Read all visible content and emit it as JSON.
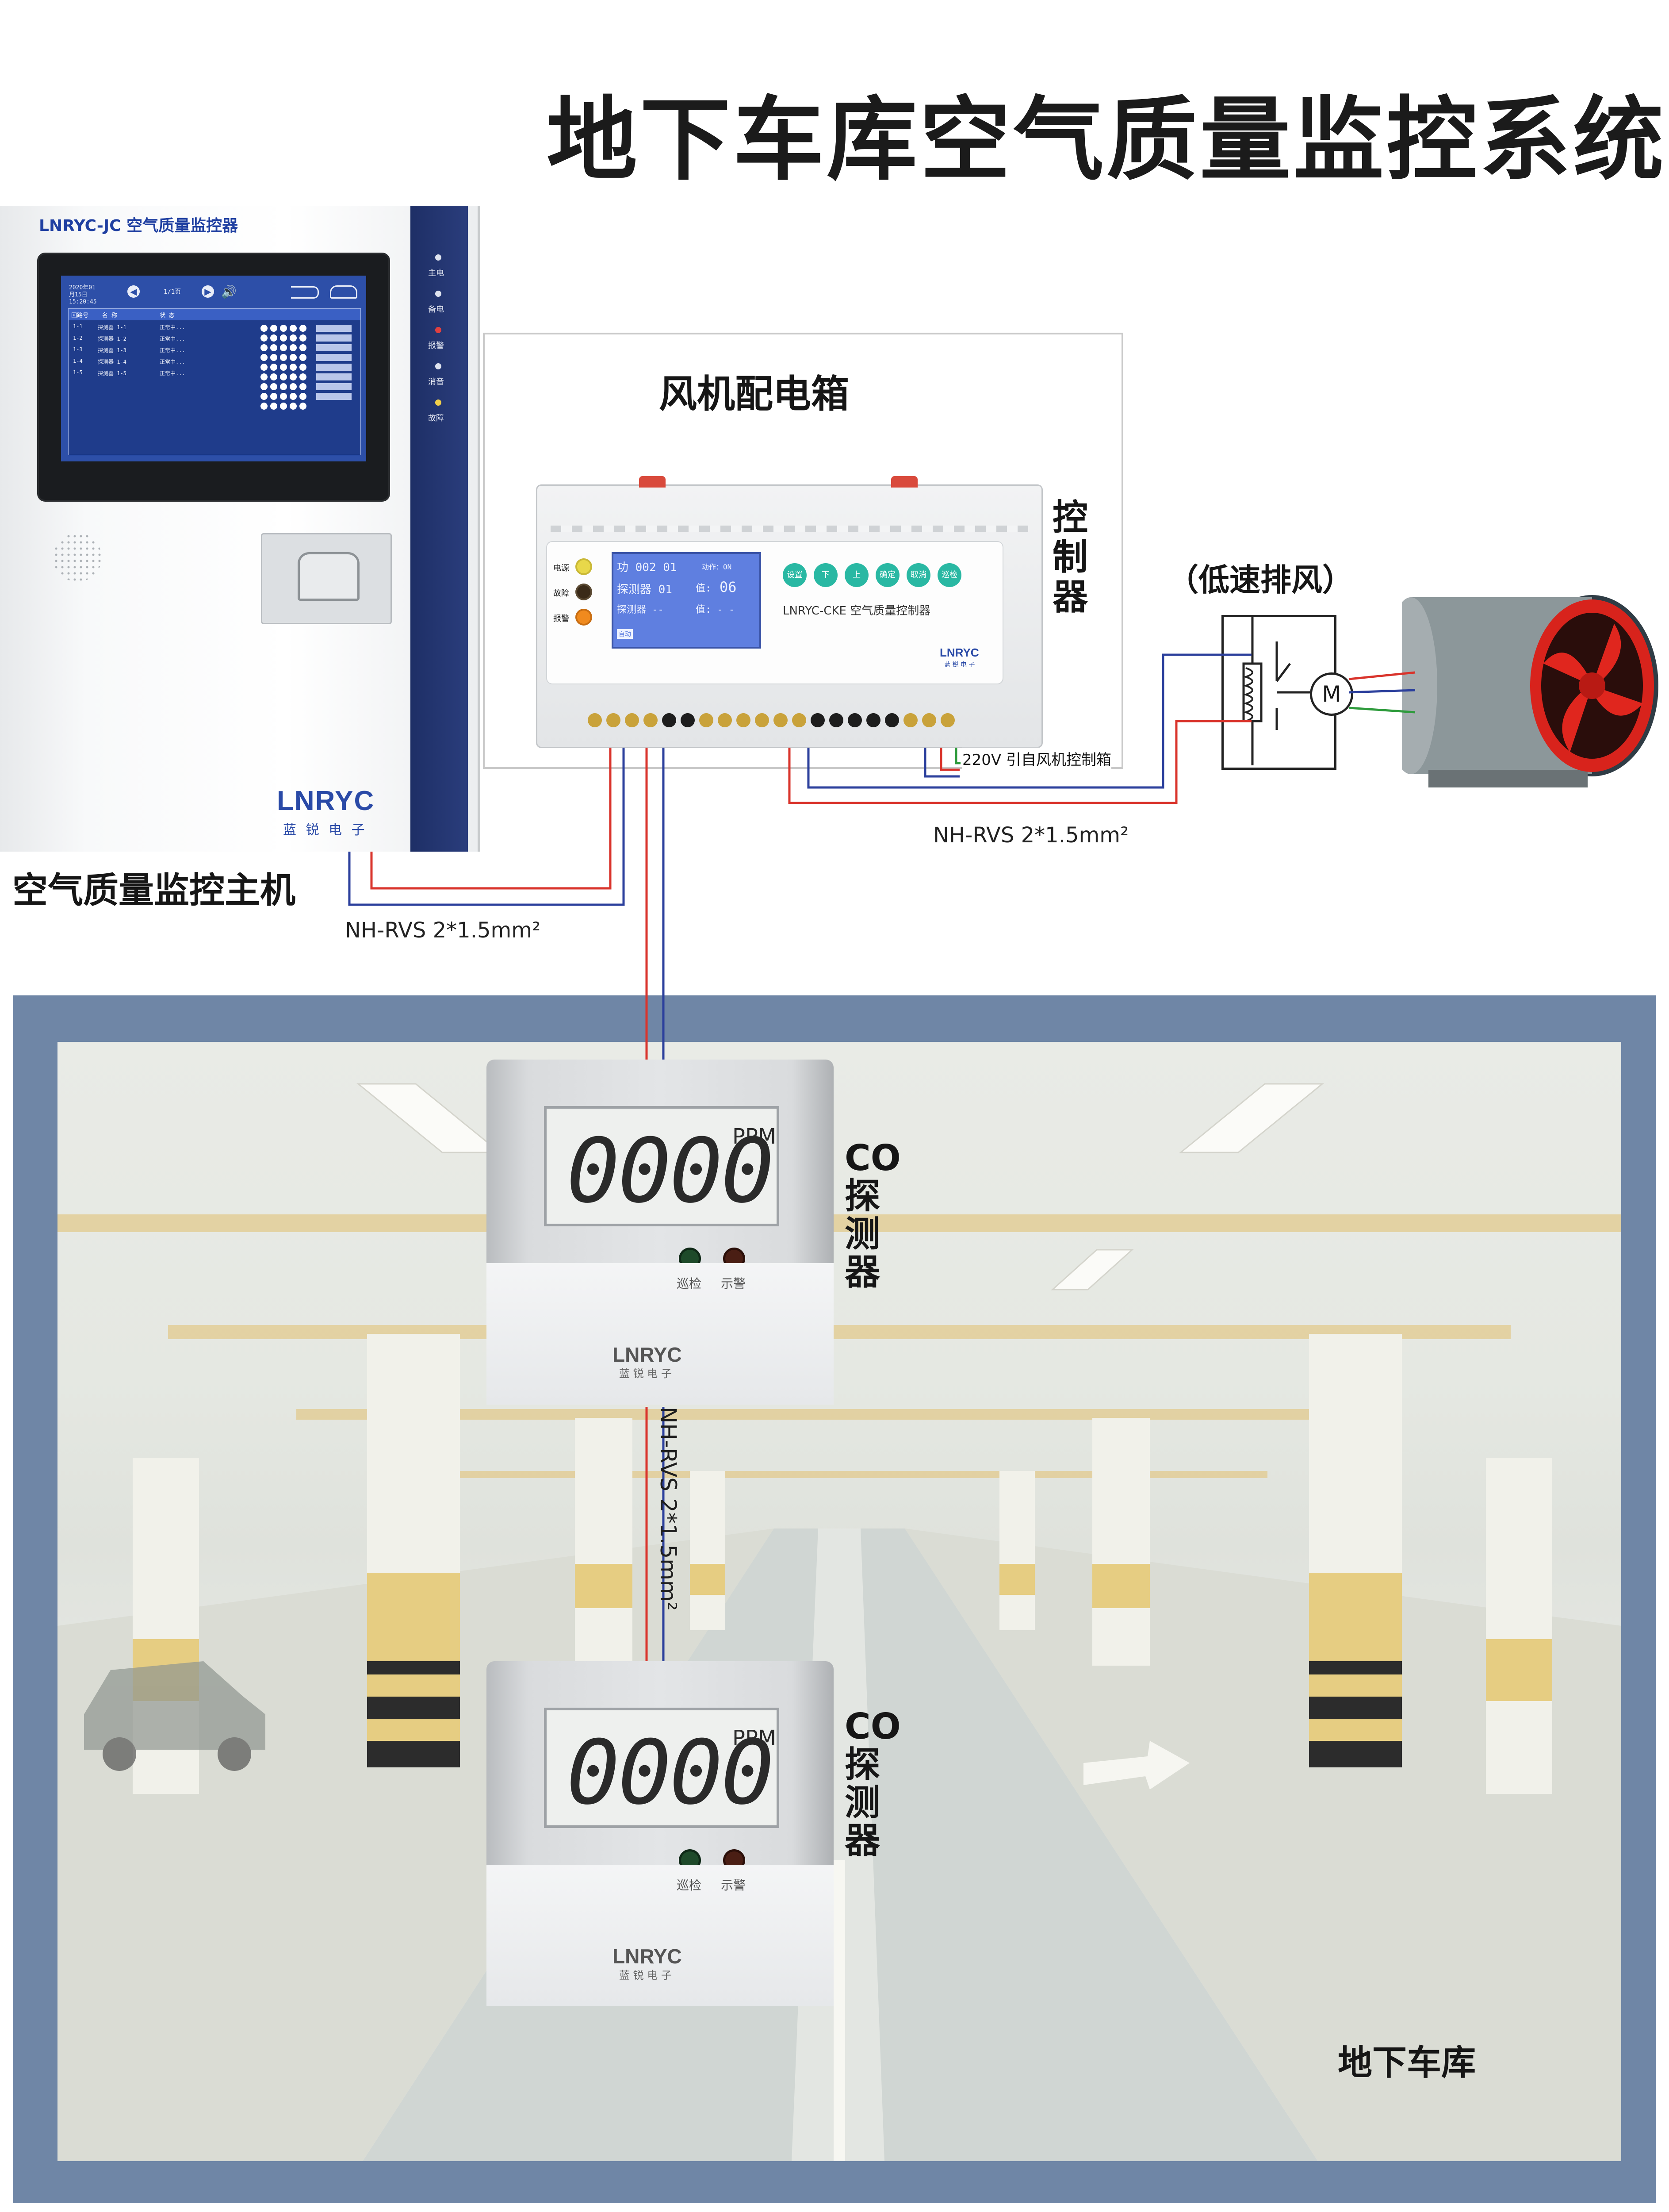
{
  "title": "地下车库空气质量监控系统",
  "host": {
    "brand_header": "LNRYC-JC 空气质量监控器",
    "side_leds": [
      "主电",
      "备电",
      "报警",
      "消音",
      "故障"
    ],
    "logo": "LNRYC",
    "logo_sub": "蓝 锐 电 子",
    "caption": "空气质量监控主机",
    "screen": {
      "time": "2020年01月15日 15:20:45",
      "page": "1/1页",
      "headers": [
        "回路号",
        "名 称",
        "状 态"
      ],
      "rows": [
        [
          "1-1",
          "探测器 1-1",
          "正常中..."
        ],
        [
          "1-2",
          "探测器 1-2",
          "正常中..."
        ],
        [
          "1-3",
          "探测器 1-3",
          "正常中..."
        ],
        [
          "1-4",
          "探测器 1-4",
          "正常中..."
        ],
        [
          "1-5",
          "探测器 1-5",
          "正常中..."
        ]
      ]
    }
  },
  "fan_box": {
    "label": "风机配电箱",
    "controller_label": "控\n制\n器",
    "model": "LNRYC-CKE 空气质量控制器",
    "leds": [
      "电源",
      "故障",
      "报警"
    ],
    "buttons": [
      "设置",
      "下",
      "上",
      "确定",
      "取消",
      "巡检"
    ],
    "logo": "LNRYC",
    "logo_sub": "蓝 锐 电 子",
    "lcd": {
      "line1_a": "功 002 01",
      "line1_b": "动作：ON",
      "line2_a": "探测器 01",
      "line2_b": "值:",
      "line2_c": "06",
      "line3_a": "探测器 --",
      "line3_b": "值: - -",
      "tag": "自动"
    },
    "power_label": "220V 引自风机控制箱"
  },
  "fan": {
    "label": "（低速排风）",
    "motor": "M"
  },
  "cables": {
    "host_cable": "NH-RVS 2*1.5mm²",
    "fan_cable": "NH-RVS 2*1.5mm²",
    "detector_cable": "NH-RVS 2*1.5mm²"
  },
  "garage": {
    "label": "地下车库",
    "detectors": [
      {
        "reading": "0000",
        "unit": "PPM",
        "led_left": "巡检",
        "led_right": "示警",
        "logo": "LNRYC",
        "logo_sub": "蓝 锐 电 子",
        "label": "CO\n探\n测\n器"
      },
      {
        "reading": "0000",
        "unit": "PPM",
        "led_left": "巡检",
        "led_right": "示警",
        "logo": "LNRYC",
        "logo_sub": "蓝 锐 电 子",
        "label": "CO\n探\n测\n器"
      }
    ]
  },
  "colors": {
    "wire_red": "#d9332b",
    "wire_blue": "#2b3f9c",
    "wire_green": "#2e9b3c",
    "garage_frame": "#6f86a6",
    "fan_red": "#d8231c"
  }
}
